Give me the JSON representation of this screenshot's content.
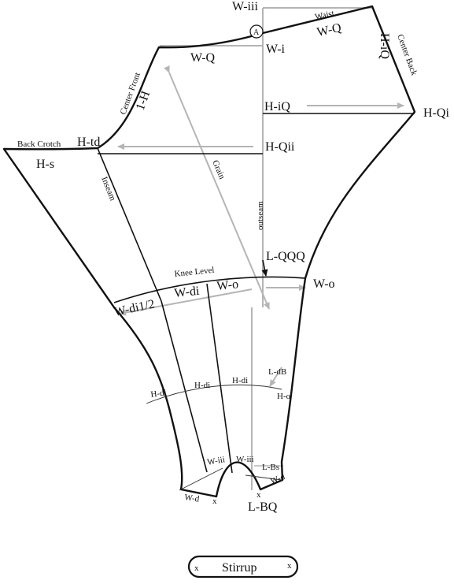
{
  "labels": {
    "w_iii_top": "W-iii",
    "waist": "Waist",
    "w_q_right": "W-Q",
    "circle_a": "A",
    "w_q_left": "W-Q",
    "w_i": "W-i",
    "center_back": "Center Back",
    "h_iq_vertical": "H-iQ",
    "center_front": "Center Front",
    "one_h": "1-H",
    "h_iq": "H-iQ",
    "h_qi": "H-Qi",
    "back_crotch": "Back Crotch",
    "h_td": "H-td",
    "h_qii": "H-Qii",
    "h_s": "H-s",
    "grain": "Grain",
    "inseam": "Inseam",
    "outseam": "outseam",
    "l_qqq": "L-QQQ",
    "knee_level": "Knee Level",
    "w_o_right": "W-o",
    "w_di_half": "W-di1/2",
    "w_di": "W-di",
    "w_o_mid": "W-o",
    "l_db": "L-dB",
    "h_di_1": "H-di",
    "h_di_2": "H-di",
    "h_di_3": "H-di",
    "h_o": "H-o",
    "w_iii_left": "W-iii",
    "w_iii_right": "W-iii",
    "l_bs": "L-Bs",
    "w_d_left": "W-d",
    "w_d_right": "W-d",
    "x_left": "x",
    "x_right": "x",
    "l_bq": "L-BQ",
    "stirrup": "Stirrup",
    "stirrup_x_left": "x",
    "stirrup_x_right": "x"
  },
  "colors": {
    "line": "#111111",
    "guide": "#b5b5b5"
  }
}
